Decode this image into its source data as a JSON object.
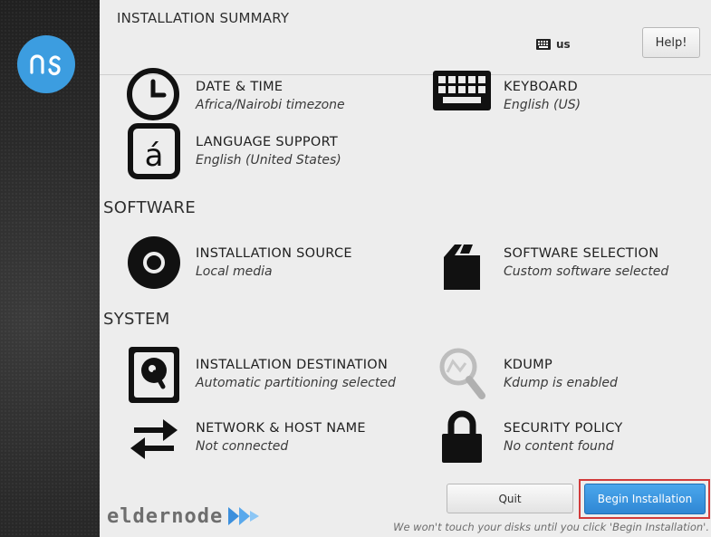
{
  "window": {
    "title": "INSTALLATION SUMMARY"
  },
  "keyboard_indicator": {
    "layout": "us",
    "icon": "keyboard-icon"
  },
  "buttons": {
    "help": "Help!",
    "quit": "Quit",
    "begin": "Begin Installation"
  },
  "sections": {
    "localization": {
      "items": [
        {
          "name": "DATE & TIME",
          "status": "Africa/Nairobi timezone",
          "icon": "clock-icon"
        },
        {
          "name": "KEYBOARD",
          "status": "English (US)",
          "icon": "keyboard-icon"
        },
        {
          "name": "LANGUAGE SUPPORT",
          "status": "English (United States)",
          "icon": "language-icon"
        }
      ]
    },
    "software": {
      "label": "SOFTWARE",
      "items": [
        {
          "name": "INSTALLATION SOURCE",
          "status": "Local media",
          "icon": "disc-icon"
        },
        {
          "name": "SOFTWARE SELECTION",
          "status": "Custom software selected",
          "icon": "package-icon"
        }
      ]
    },
    "system": {
      "label": "SYSTEM",
      "items": [
        {
          "name": "INSTALLATION DESTINATION",
          "status": "Automatic partitioning selected",
          "icon": "harddisk-icon"
        },
        {
          "name": "KDUMP",
          "status": "Kdump is enabled",
          "icon": "magnifier-icon"
        },
        {
          "name": "NETWORK & HOST NAME",
          "status": "Not connected",
          "icon": "network-arrows-icon"
        },
        {
          "name": "SECURITY POLICY",
          "status": "No content found",
          "icon": "lock-icon"
        }
      ]
    }
  },
  "footer_note": "We won't touch your disks until you click 'Begin Installation'.",
  "watermark": "eldernode",
  "colors": {
    "accent": "#3c9de0",
    "begin_button": "#3a92dc",
    "highlight_border": "#d13b3b",
    "sidebar": "#2a2a2a"
  }
}
